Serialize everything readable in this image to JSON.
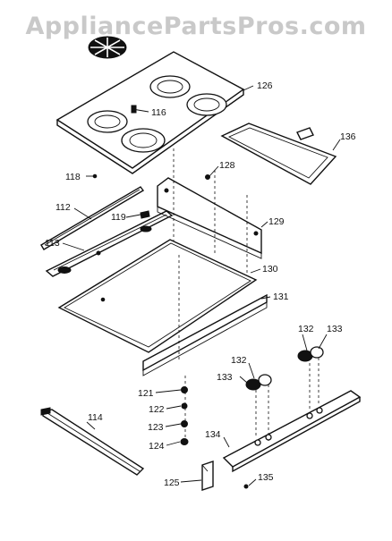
{
  "watermark": "AppliancePartsPros.com",
  "callouts": {
    "c126": "126",
    "c116": "116",
    "c136": "136",
    "c118": "118",
    "c128": "128",
    "c112": "112",
    "c119": "119",
    "c129": "129",
    "c113": "113",
    "c130": "130",
    "c131": "131",
    "c132a": "132",
    "c133a": "133",
    "c132b": "132",
    "c133b": "133",
    "c121": "121",
    "c122": "122",
    "c123": "123",
    "c124": "124",
    "c114": "114",
    "c134": "134",
    "c125": "125",
    "c135": "135"
  }
}
